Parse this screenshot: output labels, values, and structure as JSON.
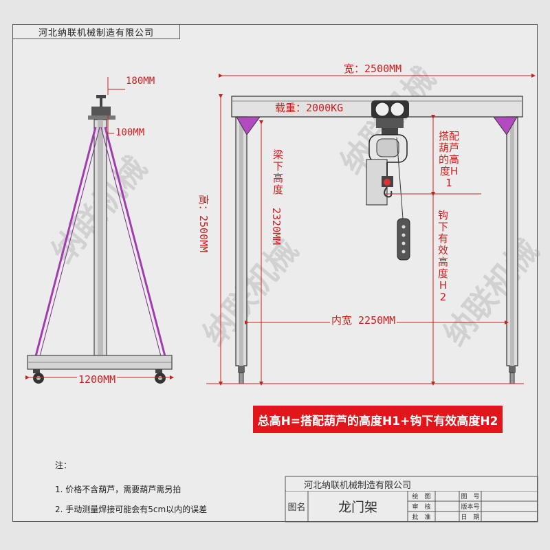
{
  "header": {
    "company": "河北纳联机械制造有限公司"
  },
  "watermark": "纳联机械",
  "side_view": {
    "dim_top": "180MM",
    "dim_mid": "100MM",
    "dim_base": "1200MM"
  },
  "front_view": {
    "width_label": "宽：2500MM",
    "load_label": "载重：2000KG",
    "height_label": "高：2500MM",
    "beam_height_label": "梁下高度",
    "beam_height_value": "2320MM",
    "hoist_height_label": "搭配葫芦的高度H1",
    "hook_height_label": "钩下有效高度H2",
    "inner_width_label": "内宽 2250MM"
  },
  "formula": "总高H=搭配葫芦的高度H1+钩下有效高度H2",
  "notes": {
    "title": "注：",
    "items": [
      "1. 价格不含葫芦，需要葫芦需另拍",
      "2. 手动测量焊接可能会有5cm以内的误差"
    ]
  },
  "title_block": {
    "company": "河北纳联机械制造有限公司",
    "name_label": "图名",
    "name_value": "龙门架",
    "row_labels": [
      "绘　图",
      "审　核",
      "批　准"
    ],
    "right_labels": [
      "图　号",
      "版本号",
      "日　期"
    ]
  },
  "colors": {
    "dimension": "#cc1f1f",
    "brace": "#a23bb0",
    "formula_bg": "#e0161b"
  }
}
